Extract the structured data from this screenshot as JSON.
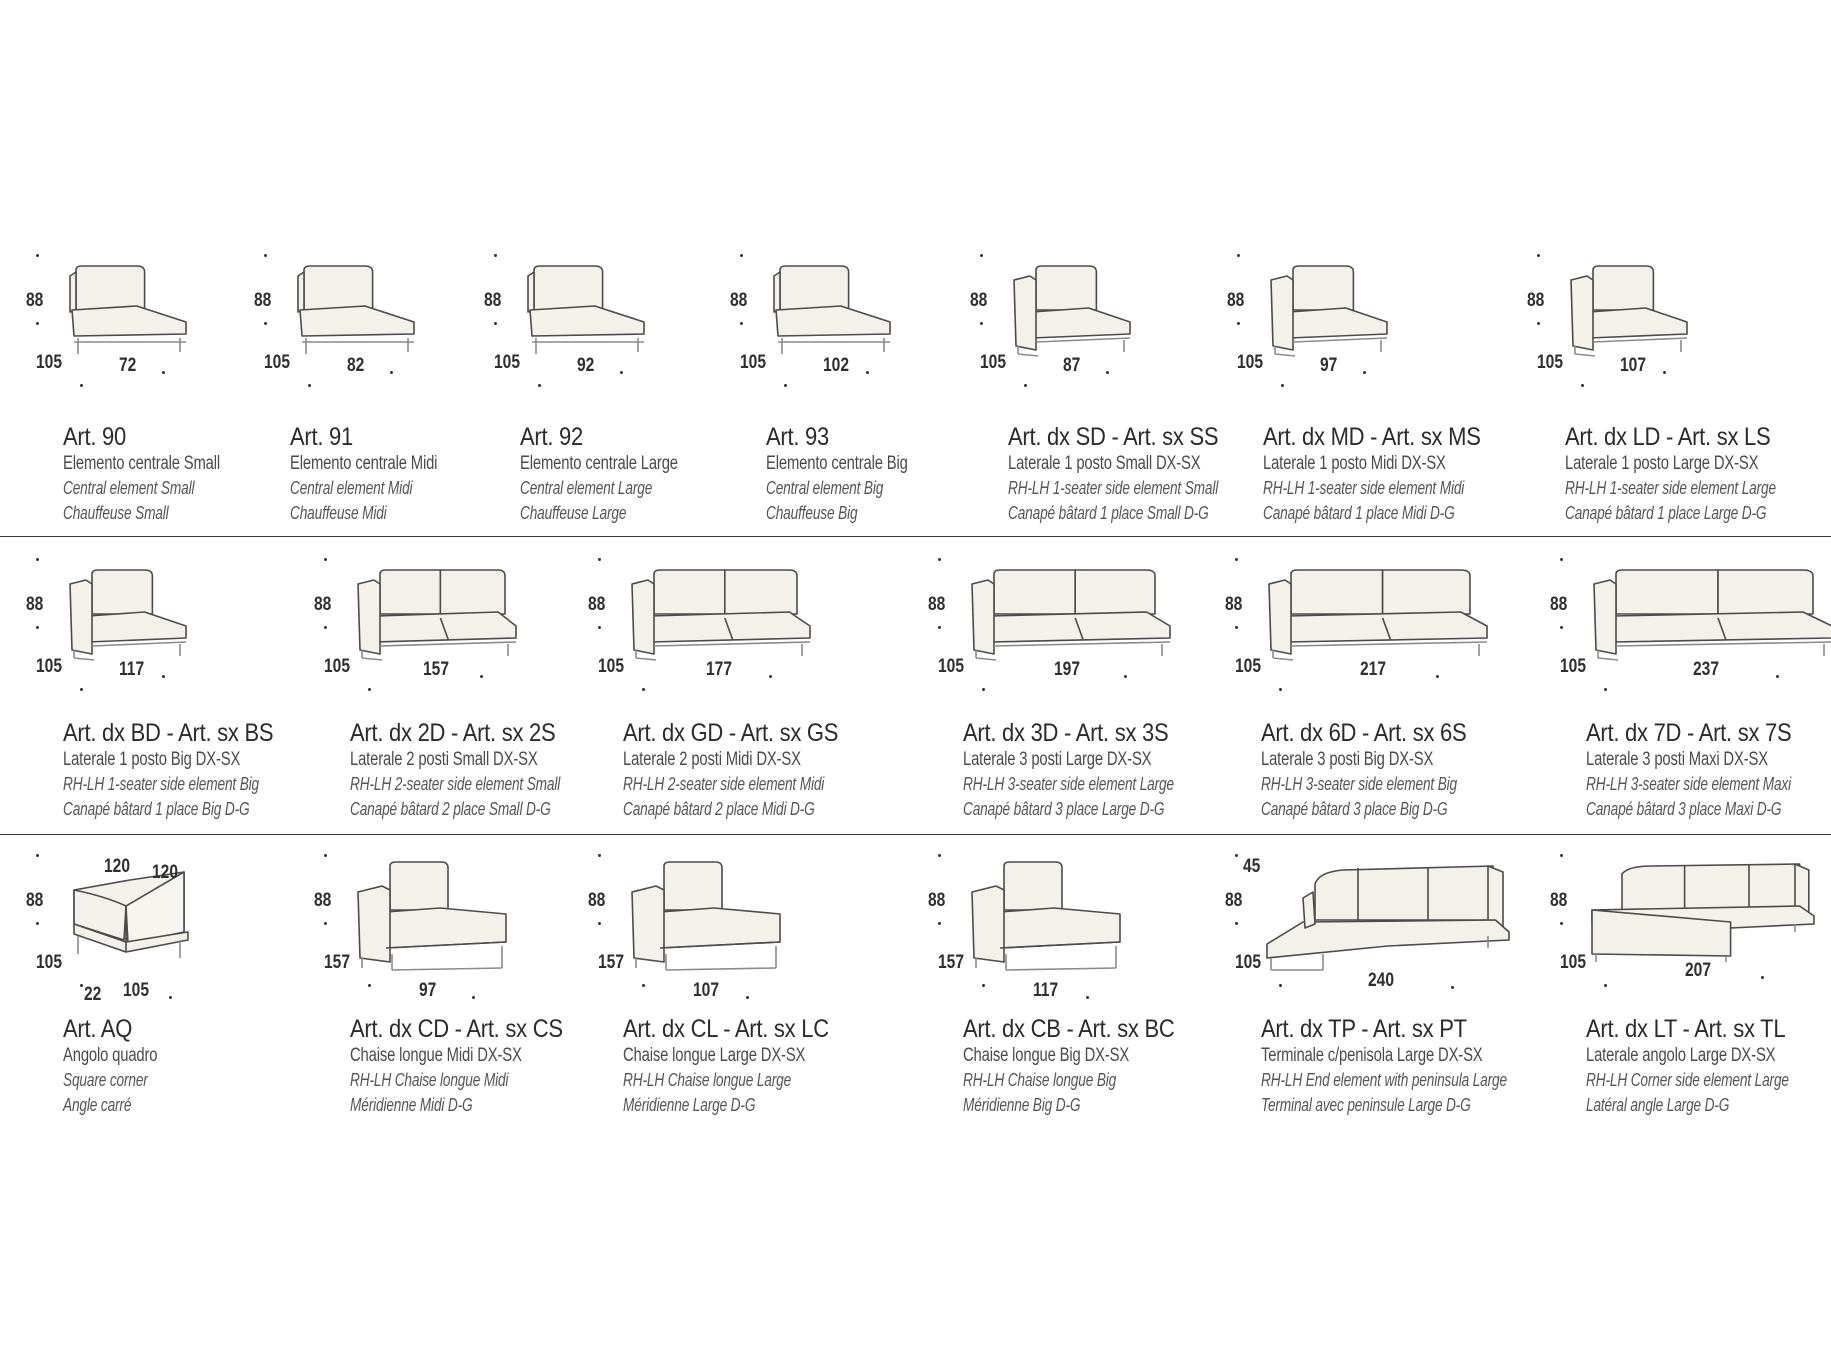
{
  "colors": {
    "fill": "#f3f1ea",
    "stroke": "#4b4b4b",
    "base": "#8a8a8a",
    "divider": "#3a3a3a"
  },
  "rows": [
    [
      {
        "art": "Art. 90",
        "it": "Elemento centrale Small",
        "en": "Central element Small",
        "fr": "Chauffeuse Small",
        "h": "88",
        "d": "105",
        "w": "72",
        "shape": "central-1"
      },
      {
        "art": "Art. 91",
        "it": "Elemento centrale Midi",
        "en": "Central element Midi",
        "fr": "Chauffeuse Midi",
        "h": "88",
        "d": "105",
        "w": "82",
        "shape": "central-1"
      },
      {
        "art": "Art. 92",
        "it": "Elemento centrale Large",
        "en": "Central element Large",
        "fr": "Chauffeuse Large",
        "h": "88",
        "d": "105",
        "w": "92",
        "shape": "central-1"
      },
      {
        "art": "Art. 93",
        "it": "Elemento centrale Big",
        "en": "Central element Big",
        "fr": "Chauffeuse Big",
        "h": "88",
        "d": "105",
        "w": "102",
        "shape": "central-1"
      },
      {
        "art": "Art. dx SD - Art. sx SS",
        "it": "Laterale 1 posto Small DX-SX",
        "en": "RH-LH 1-seater side element Small",
        "fr": "Canapé bâtard 1 place Small D-G",
        "h": "88",
        "d": "105",
        "w": "87",
        "shape": "side-1"
      },
      {
        "art": "Art. dx MD - Art. sx MS",
        "it": "Laterale 1 posto Midi DX-SX",
        "en": "RH-LH 1-seater side element Midi",
        "fr": "Canapé bâtard 1 place Midi D-G",
        "h": "88",
        "d": "105",
        "w": "97",
        "shape": "side-1"
      },
      {
        "art": "Art. dx LD - Art. sx LS",
        "it": "Laterale 1 posto Large DX-SX",
        "en": "RH-LH 1-seater side element Large",
        "fr": "Canapé bâtard 1 place Large D-G",
        "h": "88",
        "d": "105",
        "w": "107",
        "shape": "side-1"
      }
    ],
    [
      {
        "art": "Art. dx BD - Art. sx BS",
        "it": "Laterale 1 posto Big DX-SX",
        "en": "RH-LH 1-seater side element Big",
        "fr": "Canapé bâtard 1 place Big D-G",
        "h": "88",
        "d": "105",
        "w": "117",
        "shape": "side-1"
      },
      {
        "art": "Art. dx 2D - Art. sx 2S",
        "it": "Laterale 2 posti Small DX-SX",
        "en": "RH-LH 2-seater side element Small",
        "fr": "Canapé bâtard 2 place Small D-G",
        "h": "88",
        "d": "105",
        "w": "157",
        "shape": "side-2"
      },
      {
        "art": "Art. dx GD - Art. sx GS",
        "it": "Laterale 2 posti Midi DX-SX",
        "en": "RH-LH 2-seater side element Midi",
        "fr": "Canapé bâtard 2 place Midi D-G",
        "h": "88",
        "d": "105",
        "w": "177",
        "shape": "side-2"
      },
      {
        "art": "Art. dx 3D - Art. sx 3S",
        "it": "Laterale 3 posti Large DX-SX",
        "en": "RH-LH 3-seater side element Large",
        "fr": "Canapé bâtard 3 place Large D-G",
        "h": "88",
        "d": "105",
        "w": "197",
        "shape": "side-2"
      },
      {
        "art": "Art. dx 6D - Art. sx 6S",
        "it": "Laterale 3 posti Big DX-SX",
        "en": "RH-LH 3-seater side element Big",
        "fr": "Canapé bâtard 3 place Big D-G",
        "h": "88",
        "d": "105",
        "w": "217",
        "shape": "side-2"
      },
      {
        "art": "Art. dx 7D - Art. sx 7S",
        "it": "Laterale 3 posti Maxi DX-SX",
        "en": "RH-LH 3-seater side element Maxi",
        "fr": "Canapé bâtard 3 place Maxi D-G",
        "h": "88",
        "d": "105",
        "w": "237",
        "shape": "side-2"
      }
    ],
    [
      {
        "art": "Art. AQ",
        "it": "Angolo quadro",
        "en": "Square corner",
        "fr": "Angle carré",
        "h": "88",
        "d": "105",
        "w": "105",
        "w2": "120",
        "w3": "120",
        "extra": "22",
        "shape": "corner"
      },
      {
        "art": "Art. dx CD - Art. sx CS",
        "it": "Chaise longue Midi DX-SX",
        "en": "RH-LH Chaise longue Midi",
        "fr": "Méridienne Midi D-G",
        "h": "88",
        "d": "157",
        "w": "97",
        "shape": "chaise"
      },
      {
        "art": "Art. dx CL - Art. sx LC",
        "it": "Chaise longue Large DX-SX",
        "en": "RH-LH Chaise longue Large",
        "fr": "Méridienne Large D-G",
        "h": "88",
        "d": "157",
        "w": "107",
        "shape": "chaise"
      },
      {
        "art": "Art. dx CB - Art. sx BC",
        "it": "Chaise longue Big DX-SX",
        "en": "RH-LH Chaise longue Big",
        "fr": "Méridienne Big D-G",
        "h": "88",
        "d": "157",
        "w": "117",
        "shape": "chaise"
      },
      {
        "art": "Art. dx TP - Art. sx PT",
        "it": "Terminale c/penisola Large DX-SX",
        "en": "RH-LH End element with peninsula Large",
        "fr": "Terminal avec peninsule Large D-G",
        "h": "88",
        "d": "105",
        "w": "240",
        "w2": "45",
        "shape": "peninsula"
      },
      {
        "art": "Art. dx LT - Art. sx TL",
        "it": "Laterale angolo Large DX-SX",
        "en": "RH-LH Corner side element Large",
        "fr": "Latéral angle Large D-G",
        "h": "88",
        "d": "105",
        "w": "207",
        "shape": "corner-side"
      }
    ]
  ]
}
